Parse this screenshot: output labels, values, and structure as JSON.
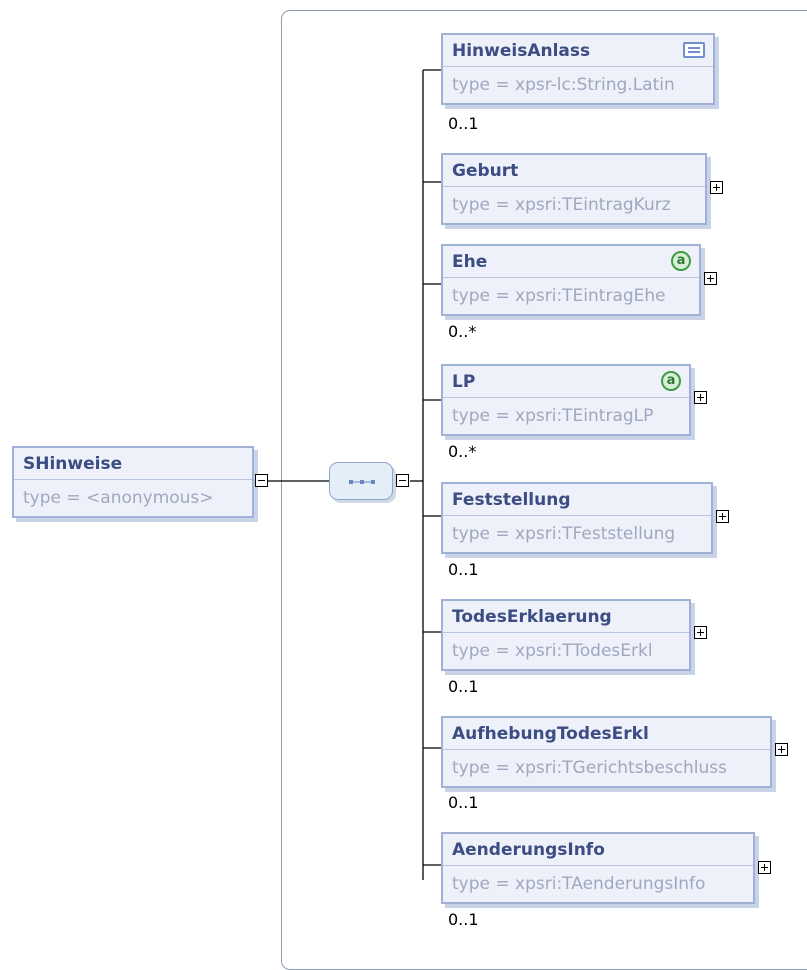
{
  "root": {
    "name": "SHinweise",
    "type": "type = <anonymous>"
  },
  "elements": [
    {
      "name": "HinweisAnlass",
      "type": "type = xpsr-lc:String.Latin",
      "occurrence": "0..1",
      "icon": "documentation-icon",
      "expand": ""
    },
    {
      "name": "Geburt",
      "type": "type = xpsri:TEintragKurz",
      "occurrence": "",
      "icon": "",
      "expand": "+"
    },
    {
      "name": "Ehe",
      "type": "type = xpsri:TEintragEhe",
      "occurrence": "0..*",
      "icon": "attribute-icon",
      "icon_text": "a",
      "expand": "+"
    },
    {
      "name": "LP",
      "type": "type = xpsri:TEintragLP",
      "occurrence": "0..*",
      "icon": "attribute-icon",
      "icon_text": "a",
      "expand": "+"
    },
    {
      "name": "Feststellung",
      "type": "type = xpsri:TFeststellung",
      "occurrence": "0..1",
      "icon": "",
      "expand": "+"
    },
    {
      "name": "TodesErklaerung",
      "type": "type = xpsri:TTodesErkl",
      "occurrence": "0..1",
      "icon": "",
      "expand": "+"
    },
    {
      "name": "AufhebungTodesErkl",
      "type": "type = xpsri:TGerichtsbeschluss",
      "occurrence": "0..1",
      "icon": "",
      "expand": "+"
    },
    {
      "name": "AenderungsInfo",
      "type": "type = xpsri:TAenderungsInfo",
      "occurrence": "0..1",
      "icon": "",
      "expand": "+"
    }
  ],
  "colors": {
    "node_border": "#9fb1d6",
    "node_fill": "#eef1fa",
    "name_text": "#3b4d82",
    "type_text": "#a0a8bf",
    "connector": "#000000",
    "attribute_icon": "#3f9b45"
  }
}
